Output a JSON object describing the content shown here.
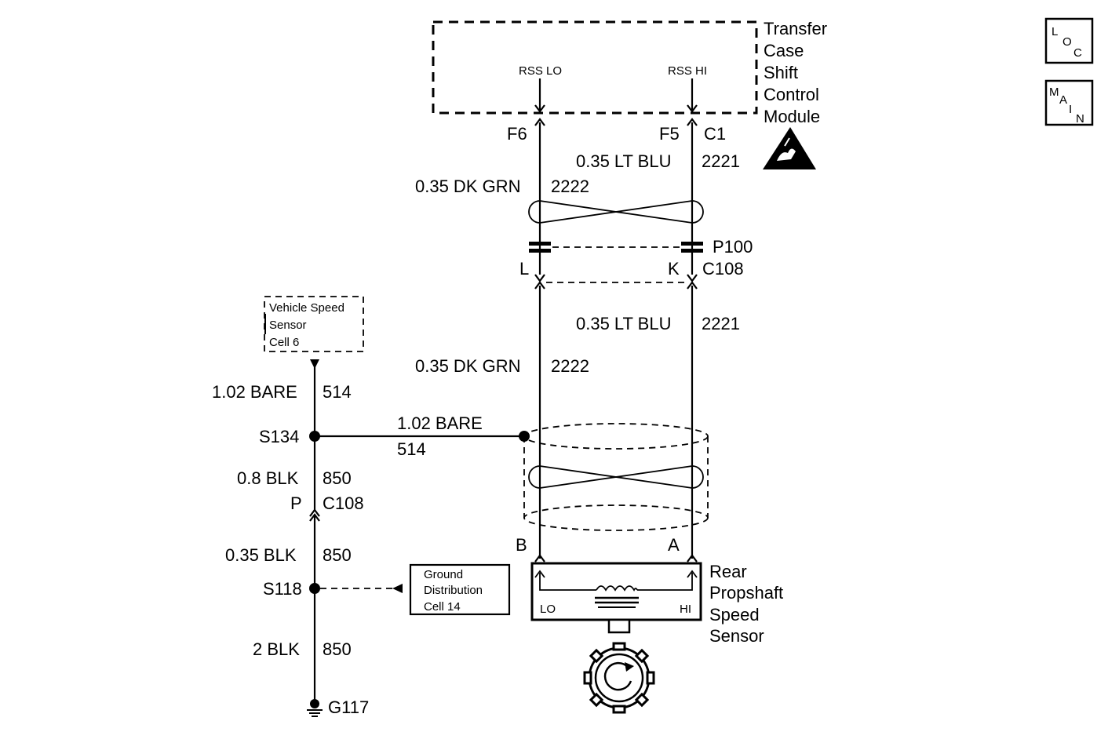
{
  "module": {
    "name_lines": [
      "Transfer",
      "Case",
      "Shift",
      "Control",
      "Module"
    ],
    "pin_lo": "RSS LO",
    "pin_hi": "RSS HI",
    "term_lo": "F6",
    "term_hi": "F5",
    "connector": "C1"
  },
  "icons": {
    "esd": "esd-warning-icon",
    "loc": [
      "L",
      "O",
      "C"
    ],
    "main": [
      "M",
      "A",
      "I",
      "N"
    ]
  },
  "wires_upper": {
    "hi_gauge_color": "0.35 LT BLU",
    "hi_circuit": "2221",
    "lo_gauge_color": "0.35 DK GRN",
    "lo_circuit": "2222"
  },
  "connector_p100": {
    "name": "P100",
    "pin_lo": "L",
    "pin_hi": "K",
    "connector": "C108"
  },
  "wires_lower": {
    "hi_gauge_color": "0.35 LT BLU",
    "hi_circuit": "2221",
    "lo_gauge_color": "0.35 DK GRN",
    "lo_circuit": "2222"
  },
  "vss_ref": {
    "lines": [
      "Vehicle Speed",
      "Sensor",
      "Cell 6"
    ]
  },
  "ground_circuit": {
    "w514_gauge": "1.02 BARE",
    "w514_circuit": "514",
    "splice_s134": "S134",
    "drain_gauge": "1.02 BARE",
    "drain_circuit": "514",
    "w850a_gauge": "0.8 BLK",
    "w850a_circuit": "850",
    "conn_pin": "P",
    "conn_name": "C108",
    "w850b_gauge": "0.35 BLK",
    "w850b_circuit": "850",
    "splice_s118": "S118",
    "w850c_gauge": "2 BLK",
    "w850c_circuit": "850",
    "ground": "G117"
  },
  "ground_ref": {
    "lines": [
      "Ground",
      "Distribution",
      "Cell 14"
    ]
  },
  "sensor": {
    "term_b": "B",
    "term_a": "A",
    "lo": "LO",
    "hi": "HI",
    "name_lines": [
      "Rear",
      "Propshaft",
      "Speed",
      "Sensor"
    ]
  }
}
